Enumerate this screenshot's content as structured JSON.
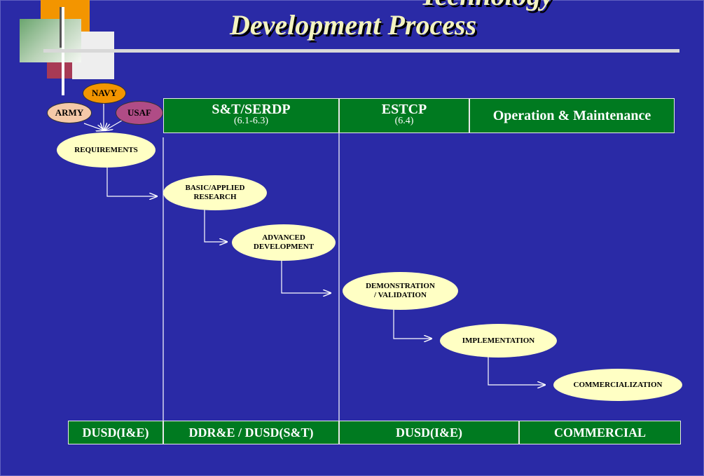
{
  "title": {
    "line1": "Technology",
    "line2": "Development Process"
  },
  "services": [
    "NAVY",
    "ARMY",
    "USAF"
  ],
  "columns": [
    {
      "name": "S&T/SERDP",
      "sub": "(6.1-6.3)"
    },
    {
      "name": "ESTCP",
      "sub": "(6.4)"
    },
    {
      "name": "Operation & Maintenance",
      "sub": ""
    }
  ],
  "process_steps": [
    "REQUIREMENTS",
    "BASIC/APPLIED\nRESEARCH",
    "ADVANCED\nDEVELOPMENT",
    "DEMONSTRATION\n/ VALIDATION",
    "IMPLEMENTATION",
    "COMMERCIALIZATION"
  ],
  "owners": [
    "DUSD(I&E)",
    "DDR&E / DUSD(S&T)",
    "DUSD(I&E)",
    "COMMERCIAL"
  ],
  "colors": {
    "background": "#2a2aa6",
    "header_green": "#007a20",
    "ellipse_fill": "#ffffc4",
    "title_text": "#f3f3c0",
    "navy_pill": "#f39500",
    "army_pill": "#f5c9a8",
    "usaf_pill": "#b04c86"
  }
}
